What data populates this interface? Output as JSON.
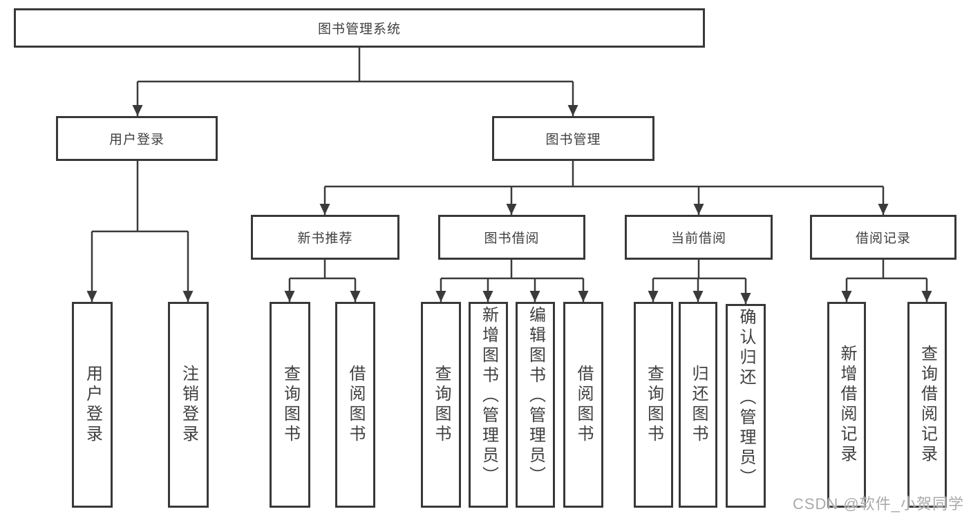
{
  "tree": {
    "root": {
      "label": "图书管理系统",
      "children": [
        {
          "label": "用户登录",
          "children": [
            {
              "label": "用户登录"
            },
            {
              "label": "注销登录"
            }
          ]
        },
        {
          "label": "图书管理",
          "children": [
            {
              "label": "新书推荐",
              "children": [
                {
                  "label": "查询图书"
                },
                {
                  "label": "借阅图书"
                }
              ]
            },
            {
              "label": "图书借阅",
              "children": [
                {
                  "label": "查询图书"
                },
                {
                  "label": "新增图书（管理员）"
                },
                {
                  "label": "编辑图书（管理员）"
                },
                {
                  "label": "借阅图书"
                }
              ]
            },
            {
              "label": "当前借阅",
              "children": [
                {
                  "label": "查询图书"
                },
                {
                  "label": "归还图书"
                },
                {
                  "label": "确认归还（管理员）"
                }
              ]
            },
            {
              "label": "借阅记录",
              "children": [
                {
                  "label": "新增借阅记录"
                },
                {
                  "label": "查询借阅记录"
                }
              ]
            }
          ]
        }
      ]
    }
  },
  "watermark": "CSDN @软件_小贺同学",
  "colors": {
    "line": "#3a3a3a",
    "box_border": "#383838",
    "text": "#3f3f3f",
    "background": "#ffffff",
    "watermark": "#aaaaaa"
  }
}
